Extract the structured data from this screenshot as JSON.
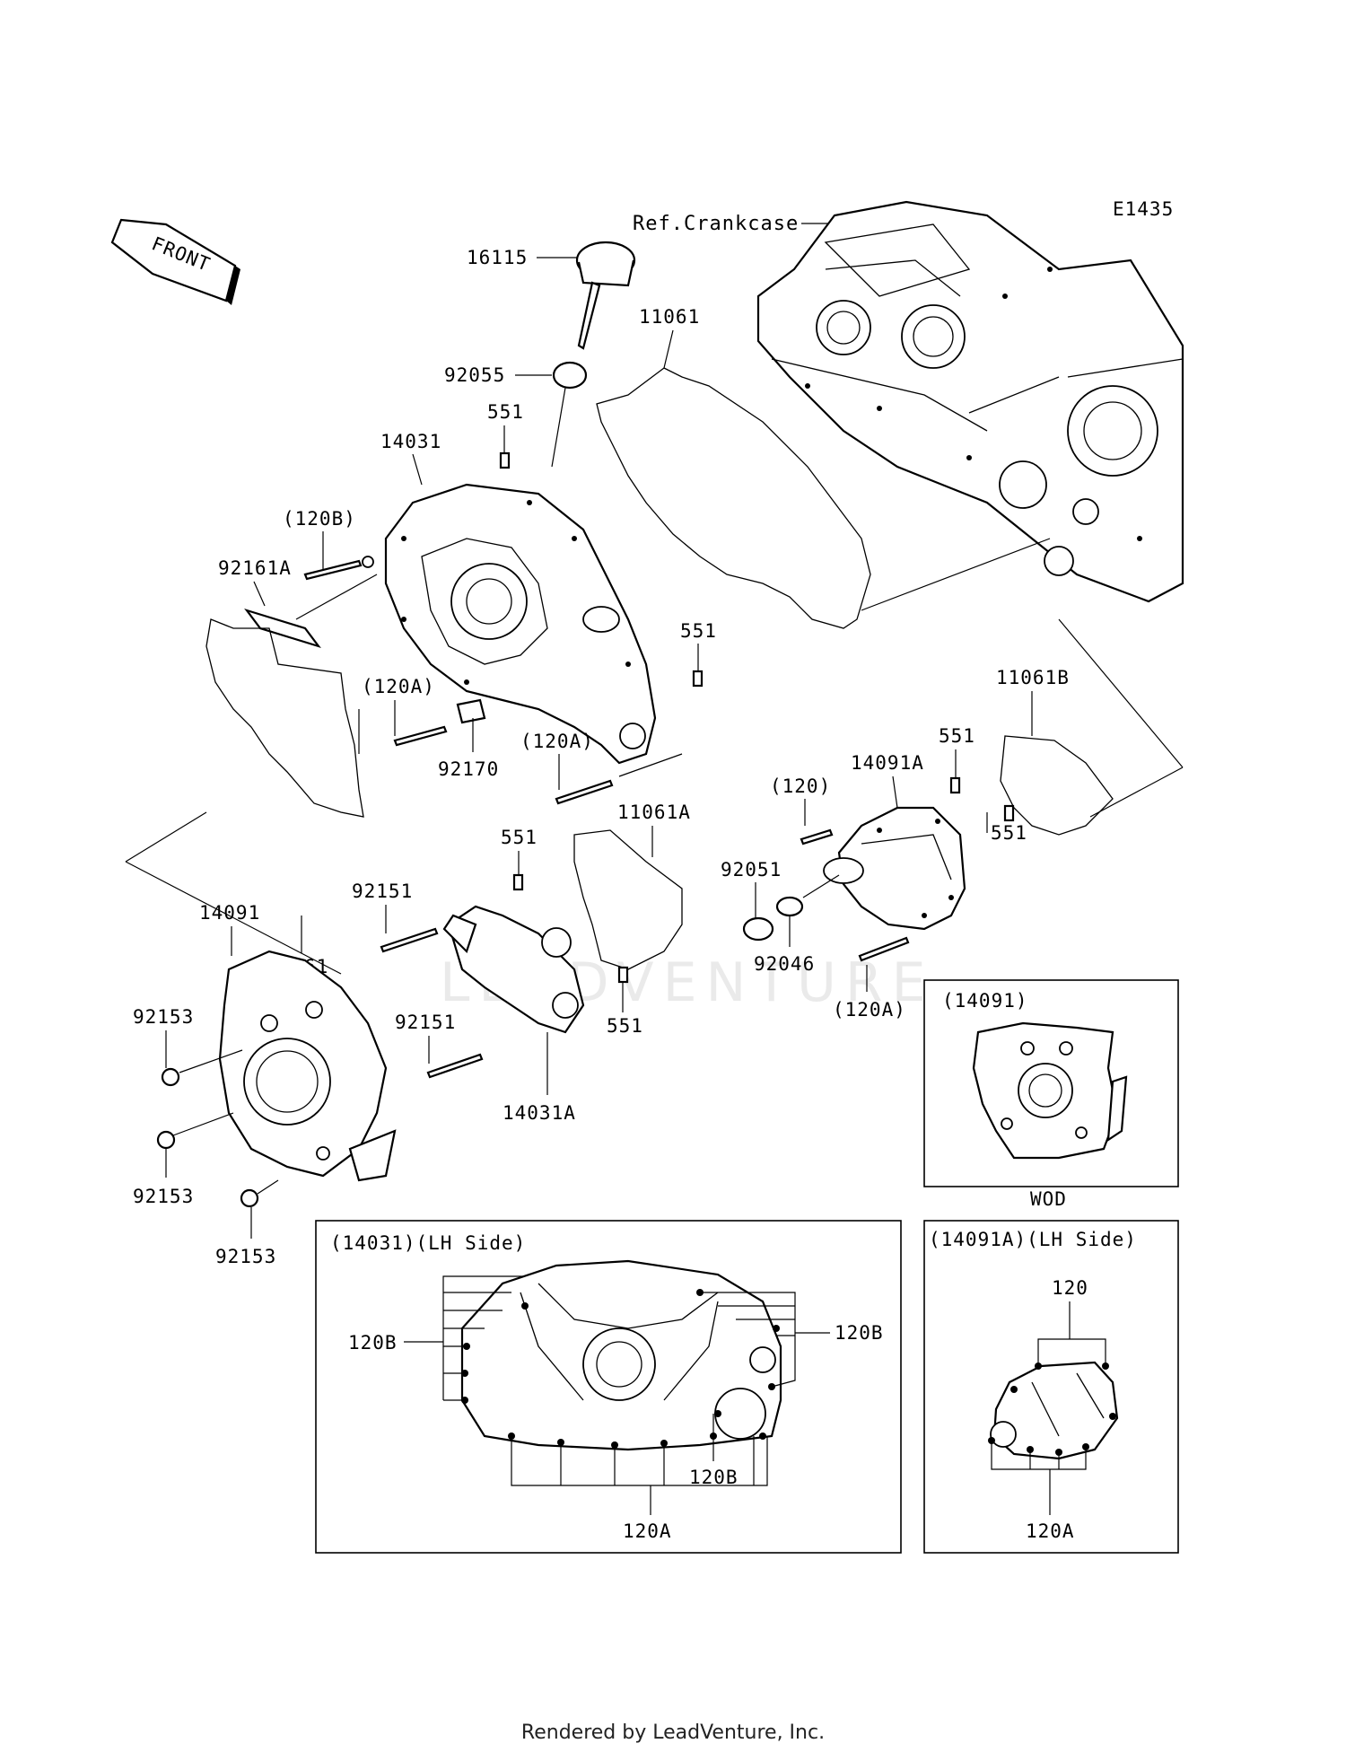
{
  "diagram_code": "E1435",
  "front_arrow": {
    "label": "FRONT",
    "icon": "front-arrow-icon"
  },
  "ref_label": "Ref.Crankcase",
  "watermark": "LEADVENTURE",
  "callouts": {
    "p16115": "16115",
    "p11061": "11061",
    "p92055": "92055",
    "p551_a": "551",
    "p14031": "14031",
    "p120B": "(120B)",
    "p92161A": "92161A",
    "p551_b": "551",
    "p120A_a": "(120A)",
    "p92170": "92170",
    "p120A_b": "(120A)",
    "p11061B": "11061B",
    "p551_c": "551",
    "p14091A": "14091A",
    "p120": "(120)",
    "p551_d": "551",
    "p92161": "92161",
    "p551_e": "551",
    "p11061A": "11061A",
    "p92051": "92051",
    "p92151_a": "92151",
    "p14091": "14091",
    "p92046": "92046",
    "p92153_a": "92153",
    "p92151_b": "92151",
    "p551_f": "551",
    "p120A_c": "(120A)",
    "p14031A": "14031A",
    "p92153_b": "92153",
    "p92153_c": "92153"
  },
  "insets": {
    "wod": {
      "title": "(14091)",
      "caption": "WOD"
    },
    "lh14031": {
      "title": "(14031)(LH Side)",
      "label_left": "120B",
      "label_right": "120B",
      "label_mid": "120B",
      "label_bottom": "120A"
    },
    "lh14091A": {
      "title": "(14091A)(LH Side)",
      "label_top": "120",
      "label_bottom": "120A"
    }
  },
  "footer": "Rendered by LeadVenture, Inc."
}
